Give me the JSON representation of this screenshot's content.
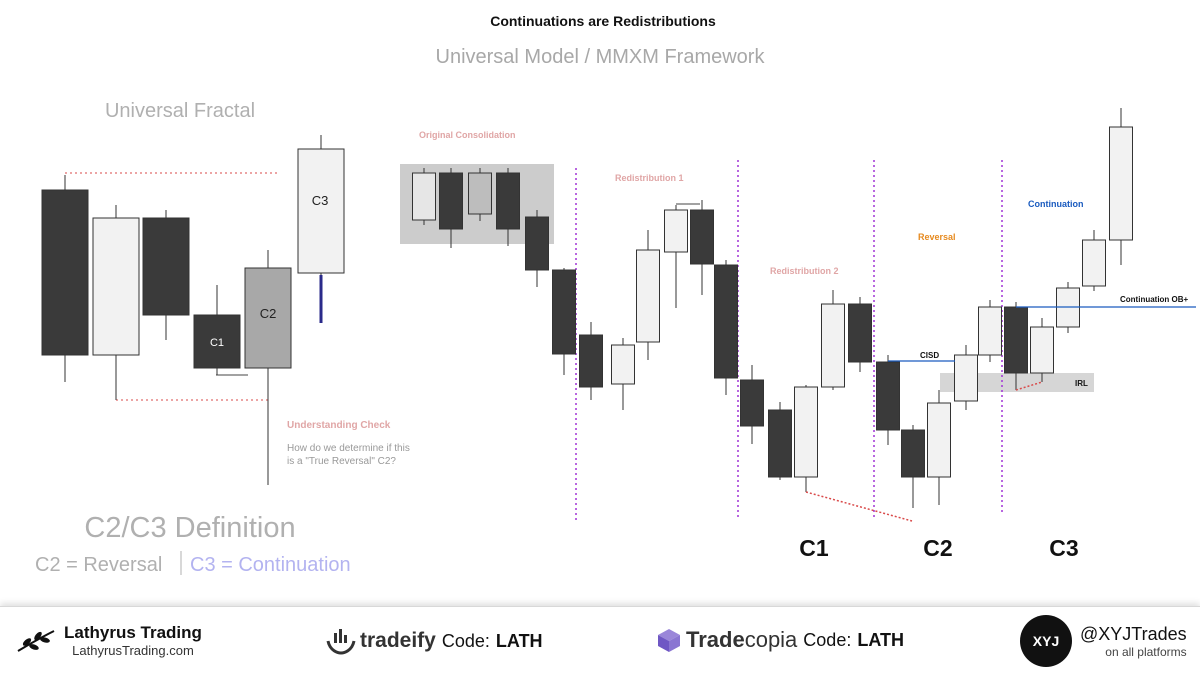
{
  "header": {
    "title": "Continuations are Redistributions",
    "subtitle": "Universal Model / MMXM Framework"
  },
  "fractal": {
    "title": "Universal Fractal",
    "labels": {
      "c1": "C1",
      "c2": "C2",
      "c3": "C3"
    },
    "candles": [
      {
        "o": 190,
        "h": 175,
        "l": 382,
        "c": 355,
        "fill": "#3a3a3a"
      },
      {
        "o": 355,
        "h": 205,
        "l": 400,
        "c": 218,
        "fill": "#f2f2f2"
      },
      {
        "o": 218,
        "h": 210,
        "l": 340,
        "c": 315,
        "fill": "#3a3a3a"
      },
      {
        "o": 315,
        "h": 285,
        "l": 375,
        "c": 368,
        "fill": "#3a3a3a"
      },
      {
        "o": 368,
        "h": 250,
        "l": 485,
        "c": 268,
        "fill": "#a8a8a8"
      },
      {
        "o": 273,
        "h": 135,
        "l": 322,
        "c": 149,
        "fill": "#f2f2f2"
      }
    ]
  },
  "check": {
    "title": "Understanding Check",
    "line1": "How do we determine if this",
    "line2": "is a \"True Reversal\" C2?"
  },
  "definition": {
    "title": "C2/C3 Definition",
    "c2": "C2 = Reversal",
    "c3": "C3 = Continuation"
  },
  "chart": {
    "phases": {
      "consolidation": "Original Consolidation",
      "redistribution1": "Redistribution 1",
      "redistribution2": "Redistribution 2",
      "reversal": "Reversal",
      "continuation": "Continuation"
    },
    "markers": {
      "cisd": "CISD",
      "irl": "IRL",
      "continuation_ob": "Continuation OB+"
    },
    "bottom_labels": {
      "c1": "C1",
      "c2": "C2",
      "c3": "C3"
    },
    "candles": [
      {
        "o": 173,
        "h": 168,
        "l": 225,
        "c": 220,
        "fill": "#e6e6e6"
      },
      {
        "o": 173,
        "h": 168,
        "l": 248,
        "c": 229,
        "fill": "#3a3a3a"
      },
      {
        "o": 173,
        "h": 168,
        "l": 221,
        "c": 214,
        "fill": "#bdbdbd"
      },
      {
        "o": 173,
        "h": 168,
        "l": 246,
        "c": 229,
        "fill": "#3a3a3a"
      },
      {
        "o": 217,
        "h": 210,
        "l": 287,
        "c": 270,
        "fill": "#3a3a3a"
      },
      {
        "o": 270,
        "h": 268,
        "l": 375,
        "c": 354,
        "fill": "#3a3a3a"
      },
      {
        "o": 335,
        "h": 322,
        "l": 400,
        "c": 387,
        "fill": "#3a3a3a"
      },
      {
        "o": 384,
        "h": 338,
        "l": 410,
        "c": 345,
        "fill": "#f2f2f2"
      },
      {
        "o": 342,
        "h": 230,
        "l": 360,
        "c": 250,
        "fill": "#f2f2f2"
      },
      {
        "o": 252,
        "h": 205,
        "l": 308,
        "c": 210,
        "fill": "#f2f2f2"
      },
      {
        "o": 210,
        "h": 200,
        "l": 295,
        "c": 264,
        "fill": "#3a3a3a"
      },
      {
        "o": 265,
        "h": 260,
        "l": 395,
        "c": 378,
        "fill": "#3a3a3a"
      },
      {
        "o": 380,
        "h": 365,
        "l": 444,
        "c": 426,
        "fill": "#3a3a3a"
      },
      {
        "o": 410,
        "h": 402,
        "l": 480,
        "c": 477,
        "fill": "#3a3a3a"
      },
      {
        "o": 477,
        "h": 385,
        "l": 492,
        "c": 387,
        "fill": "#f2f2f2"
      },
      {
        "o": 387,
        "h": 290,
        "l": 390,
        "c": 304,
        "fill": "#f2f2f2"
      },
      {
        "o": 304,
        "h": 297,
        "l": 372,
        "c": 362,
        "fill": "#3a3a3a"
      },
      {
        "o": 362,
        "h": 355,
        "l": 445,
        "c": 430,
        "fill": "#3a3a3a"
      },
      {
        "o": 430,
        "h": 425,
        "l": 508,
        "c": 477,
        "fill": "#3a3a3a"
      },
      {
        "o": 477,
        "h": 390,
        "l": 505,
        "c": 403,
        "fill": "#f2f2f2"
      },
      {
        "o": 401,
        "h": 345,
        "l": 410,
        "c": 355,
        "fill": "#f2f2f2"
      },
      {
        "o": 355,
        "h": 300,
        "l": 362,
        "c": 307,
        "fill": "#f2f2f2"
      },
      {
        "o": 307,
        "h": 302,
        "l": 390,
        "c": 373,
        "fill": "#3a3a3a"
      },
      {
        "o": 373,
        "h": 318,
        "l": 382,
        "c": 327,
        "fill": "#f2f2f2"
      },
      {
        "o": 327,
        "h": 282,
        "l": 333,
        "c": 288,
        "fill": "#f2f2f2"
      },
      {
        "o": 286,
        "h": 230,
        "l": 291,
        "c": 240,
        "fill": "#f2f2f2"
      },
      {
        "o": 240,
        "h": 108,
        "l": 265,
        "c": 127,
        "fill": "#f2f2f2"
      }
    ]
  },
  "colors": {
    "dark_candle": "#3a3a3a",
    "phase_label": "#e0a6a6",
    "reversal_orange": "#e68a1f",
    "continuation_blue": "#1a5bbf",
    "separator_purple": "#a033d6",
    "c3_lavender": "#b3b3f0"
  },
  "footer": {
    "lathyrus": {
      "name": "Lathyrus Trading",
      "url": "LathyrusTrading.com",
      "icon": "leaf-branch-icon"
    },
    "tradeify": {
      "name": "tradeify",
      "code_label": "Code:",
      "code": "LATH",
      "icon": "tradeify-logo-icon"
    },
    "tradecopia": {
      "name_a": "Trade",
      "name_b": "copia",
      "code_label": "Code:",
      "code": "LATH",
      "icon": "cube-logo-icon"
    },
    "xyj": {
      "handle": "@XYJTrades",
      "sub": "on all platforms",
      "logo_text": "XYJ"
    }
  }
}
